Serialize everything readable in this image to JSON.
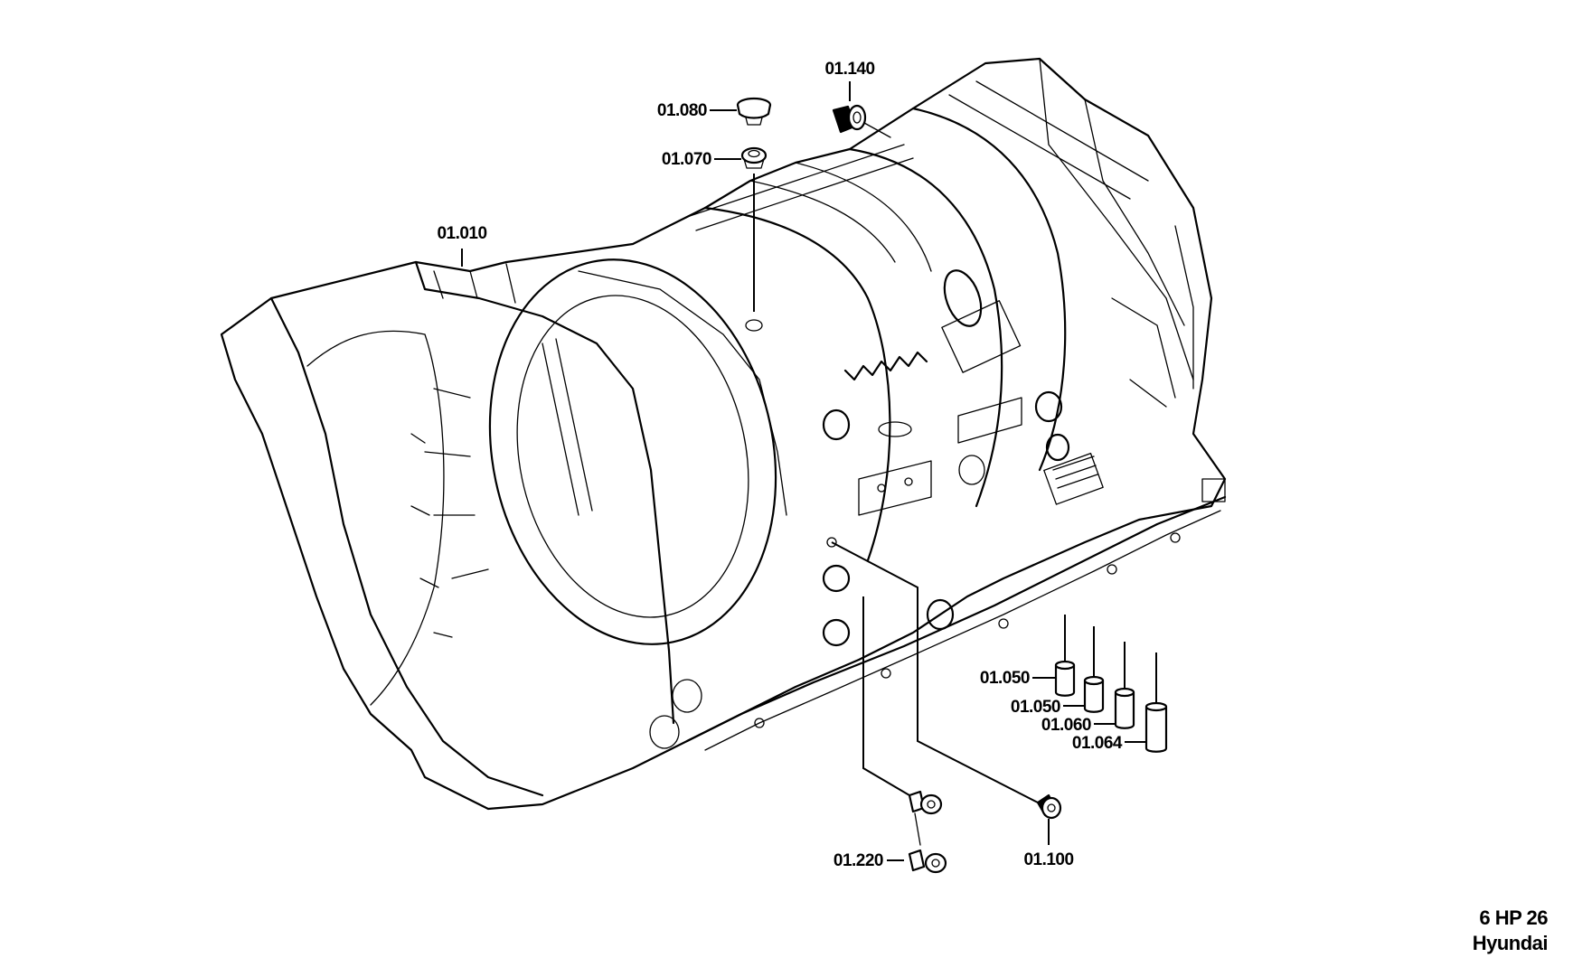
{
  "callouts": {
    "c01_140": "01.140",
    "c01_080": "01.080",
    "c01_070": "01.070",
    "c01_010": "01.010",
    "c01_050a": "01.050",
    "c01_050b": "01.050",
    "c01_060": "01.060",
    "c01_064": "01.064",
    "c01_220": "01.220",
    "c01_100": "01.100"
  },
  "caption": {
    "model": "6 HP 26",
    "make": "Hyundai"
  },
  "icons": [
    "transmission-housing-drawing",
    "plug-icon",
    "seal-ring-icon",
    "sleeve-icon",
    "bolt-icon",
    "nut-icon"
  ]
}
